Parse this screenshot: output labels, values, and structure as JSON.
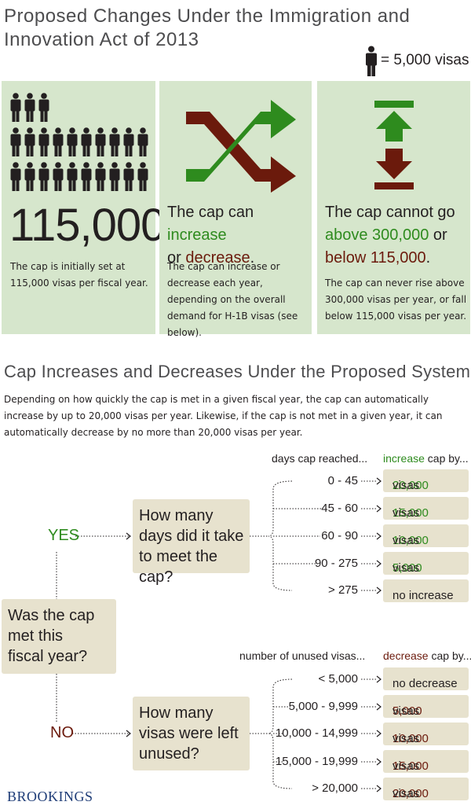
{
  "title_line1": "Proposed Changes Under the Immigration and",
  "title_line2": "Innovation Act of 2013",
  "legend": {
    "icon": "person-icon",
    "text": "= 5,000 visas"
  },
  "panels": {
    "initial": {
      "icons_count": 23,
      "big_number": "115,000",
      "body": "The cap is initially set at 115,000 visas per fiscal year."
    },
    "change": {
      "icon": "shuffle-arrows-icon",
      "head_pre": "The cap can ",
      "head_increase": "increase",
      "head_mid": "or ",
      "head_decrease": "decrease",
      "head_end": ".",
      "body": "The cap can increase or decrease each year, depending on the overall demand for H-1B visas (see below)."
    },
    "limits": {
      "icon": "up-down-limit-icon",
      "head_pre": "The cap cannot go",
      "head_above": "above 300,000",
      "head_or": " or",
      "head_below": "below 115,000",
      "head_end": ".",
      "body": "The cap can never rise above 300,000 visas per year, or fall below 115,000 visas per year."
    }
  },
  "section_title": "Cap Increases and Decreases Under the Proposed System",
  "intro": "Depending on how quickly the cap is met in a given fiscal year, the cap can automatically increase by up to 20,000 visas per year. Likewise, if the cap is not met in a given year, it can automatically decrease by no more than 20,000 visas per year.",
  "flow": {
    "question_main": "Was the cap met this fiscal year?",
    "yes_label": "YES",
    "no_label": "NO",
    "yes_question": "How many days did it take to meet the cap?",
    "no_question": "How many visas were left unused?",
    "yes_col_head": "days cap reached...",
    "yes_res_head_colored": "increase",
    "yes_res_head_rest": " cap by...",
    "no_col_head": "number of unused visas...",
    "no_res_head_colored": "decrease",
    "no_res_head_rest": " cap by...",
    "yes_rows": [
      {
        "range": "0 - 45",
        "amount": "20,000",
        "unit": " visas"
      },
      {
        "range": "45 - 60",
        "amount": "15,000",
        "unit": " visas"
      },
      {
        "range": "60 - 90",
        "amount": "10,000",
        "unit": " visas"
      },
      {
        "range": "90 - 275",
        "amount": "5,000",
        "unit": " visas"
      },
      {
        "range": "> 275",
        "amount": "",
        "unit": "no increase"
      }
    ],
    "no_rows": [
      {
        "range": "< 5,000",
        "amount": "",
        "unit": "no decrease"
      },
      {
        "range": "5,000 - 9,999",
        "amount": "5,000",
        "unit": " visas"
      },
      {
        "range": "10,000 - 14,999",
        "amount": "10,000",
        "unit": " visas"
      },
      {
        "range": "15,000 - 19,999",
        "amount": "15,000",
        "unit": " visas"
      },
      {
        "range": "> 20,000",
        "amount": "20,000",
        "unit": " visas"
      }
    ]
  },
  "colors": {
    "green": "#2e8b1e",
    "red": "#6b1a0c",
    "panel": "#d6e6cc",
    "box": "#e7e2ce",
    "ink": "#231f20"
  },
  "brand": "BROOKINGS"
}
